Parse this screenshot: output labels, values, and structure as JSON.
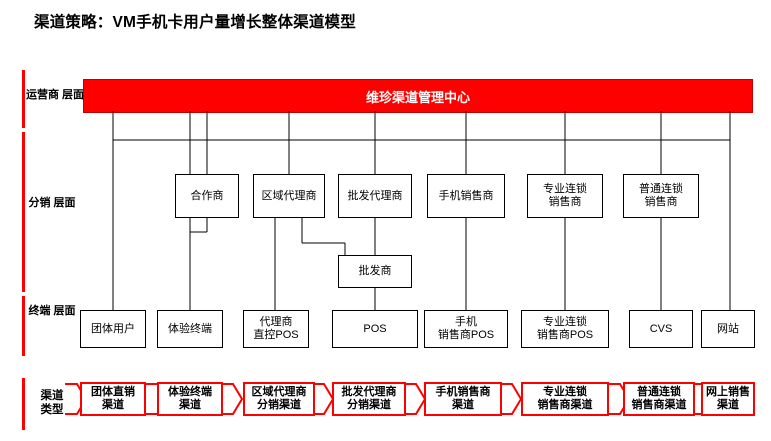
{
  "title": "渠道策略：VM手机卡用户量增长整体渠道模型",
  "colors": {
    "accent_red": "#ff0000",
    "banner_bg": "#ff0000",
    "banner_text": "#ffffff",
    "box_border": "#000000",
    "box_bg": "#ffffff"
  },
  "row_labels": [
    {
      "id": "operator",
      "text": "运营商\n层面"
    },
    {
      "id": "distribution",
      "text": "分销\n层面"
    },
    {
      "id": "terminal",
      "text": "终端\n层面"
    },
    {
      "id": "channel-type",
      "text": "渠道\n类型"
    }
  ],
  "banner": {
    "label": "维珍渠道管理中心"
  },
  "distribution_boxes": [
    {
      "id": "partner",
      "label": "合作商"
    },
    {
      "id": "regional-agent",
      "label": "区域代理商"
    },
    {
      "id": "wholesale-agent",
      "label": "批发代理商"
    },
    {
      "id": "mobile-seller",
      "label": "手机销售商"
    },
    {
      "id": "pro-chain-seller",
      "label": "专业连锁\n销售商"
    },
    {
      "id": "general-chain-seller",
      "label": "普通连锁\n销售商"
    }
  ],
  "wholesaler_box": {
    "id": "wholesaler",
    "label": "批发商"
  },
  "terminal_boxes": [
    {
      "id": "group-user",
      "label": "团体用户"
    },
    {
      "id": "experience-terminal",
      "label": "体验终端"
    },
    {
      "id": "agent-direct-pos",
      "label": "代理商\n直控POS"
    },
    {
      "id": "pos",
      "label": "POS"
    },
    {
      "id": "mobile-seller-pos",
      "label": "手机\n销售商POS"
    },
    {
      "id": "pro-chain-seller-pos",
      "label": "专业连锁\n销售商POS"
    },
    {
      "id": "cvs",
      "label": "CVS"
    },
    {
      "id": "website",
      "label": "网站"
    }
  ],
  "channel_types": [
    {
      "id": "group-direct",
      "label": "团体直销\n渠道"
    },
    {
      "id": "experience-terminal-channel",
      "label": "体验终端\n渠道"
    },
    {
      "id": "regional-agent-channel",
      "label": "区域代理商\n分销渠道"
    },
    {
      "id": "wholesale-agent-channel",
      "label": "批发代理商\n分销渠道"
    },
    {
      "id": "mobile-seller-channel",
      "label": "手机销售商\n渠道"
    },
    {
      "id": "pro-chain-channel",
      "label": "专业连锁\n销售商渠道"
    },
    {
      "id": "general-chain-channel",
      "label": "普通连锁\n销售商渠道"
    },
    {
      "id": "online-channel",
      "label": "网上销售\n渠道"
    }
  ]
}
